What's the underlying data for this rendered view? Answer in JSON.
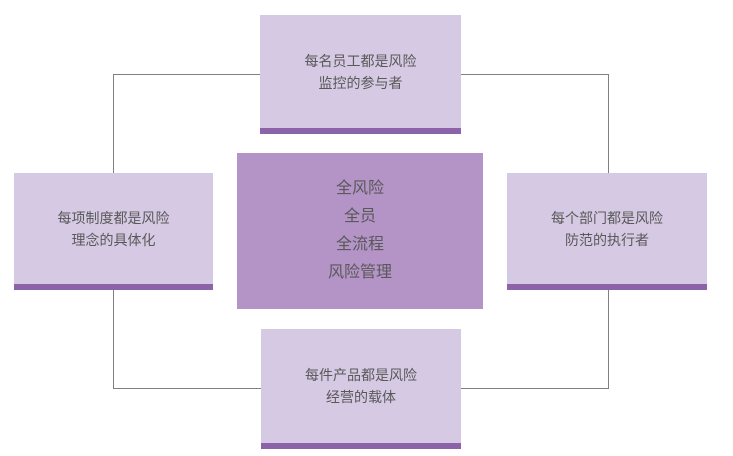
{
  "diagram": {
    "center_box": {
      "lines": [
        "全风险",
        "全员",
        "全流程",
        "风险管理"
      ]
    },
    "top_box": {
      "lines": [
        "每名员工都是风险",
        "监控的参与者"
      ]
    },
    "right_box": {
      "lines": [
        "每个部门都是风险",
        "防范的执行者"
      ]
    },
    "bottom_box": {
      "lines": [
        "每件产品都是风险",
        "经营的载体"
      ]
    },
    "left_box": {
      "lines": [
        "每项制度都是风险",
        "理念的具体化"
      ]
    }
  },
  "colors": {
    "outer_box_background": "#d6c9e4",
    "center_box_background": "#b493c7",
    "accent_strip": "#8c63a8",
    "text": "#595959",
    "connector_line": "#808080",
    "page_background": "#ffffff"
  }
}
